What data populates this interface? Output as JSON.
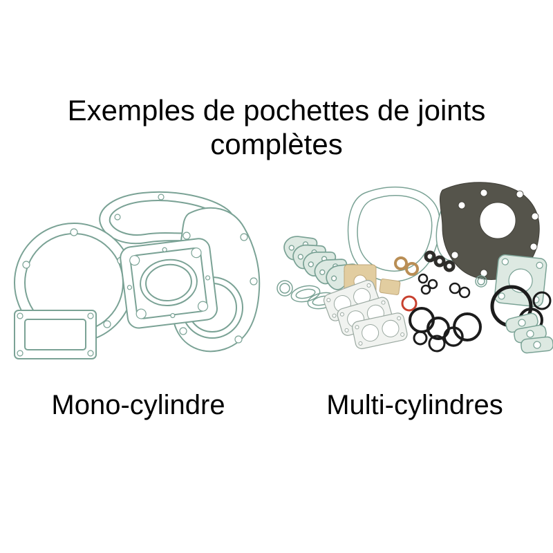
{
  "title": {
    "line1": "Exemples de pochettes de joints",
    "line2": "complètes"
  },
  "labels": {
    "left": "Mono-cylindre",
    "right": "Multi-cylindres"
  },
  "colors": {
    "background": "#ffffff",
    "text": "#000000",
    "gasket_teal": "#7aa295",
    "gasket_teal_fill": "#dde9e2",
    "gasket_dark": "#55544b",
    "gasket_dark_edge": "#3e3d36",
    "gasket_tan": "#e2cda0",
    "gasket_tan_edge": "#bfa678",
    "oring_black": "#1c1c1c",
    "oring_red": "#c8402e",
    "washer_copper": "#b98e55",
    "paper_fill": "#f1f3f0",
    "paper_edge": "#9aa8a0",
    "seal_dark": "#2e2d2a"
  }
}
